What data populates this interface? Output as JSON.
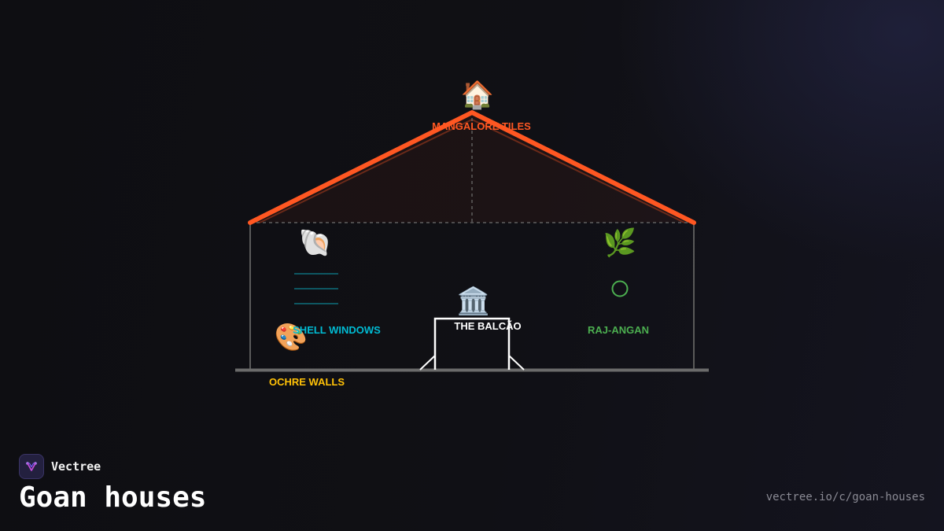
{
  "brand": {
    "name": "Vectree",
    "logo_icon": "vectree-logo-icon"
  },
  "page": {
    "title": "Goan houses",
    "url": "vectree.io/c/goan-houses"
  },
  "colors": {
    "roof": "#ff5722",
    "walls_outline": "#5a5a5a",
    "ground": "#6b6b6b",
    "balcao": "#ffffff",
    "shell_windows": "#00bcd4",
    "ochre_walls": "#ffc107",
    "raj_angan": "#4caf50",
    "mangalore_tiles": "#ff5722"
  },
  "diagram": {
    "labels": {
      "mangalore_tiles": "MANGALORE TILES",
      "shell_windows": "SHELL WINDOWS",
      "the_balcao": "THE BALCÃO",
      "raj_angan": "RAJ-ANGAN",
      "ochre_walls": "OCHRE WALLS"
    },
    "icons": {
      "roof": "🏠",
      "shell_windows": "🐚",
      "the_balcao": "🏛️",
      "raj_angan": "🌿",
      "ochre_walls": "🎨"
    }
  }
}
